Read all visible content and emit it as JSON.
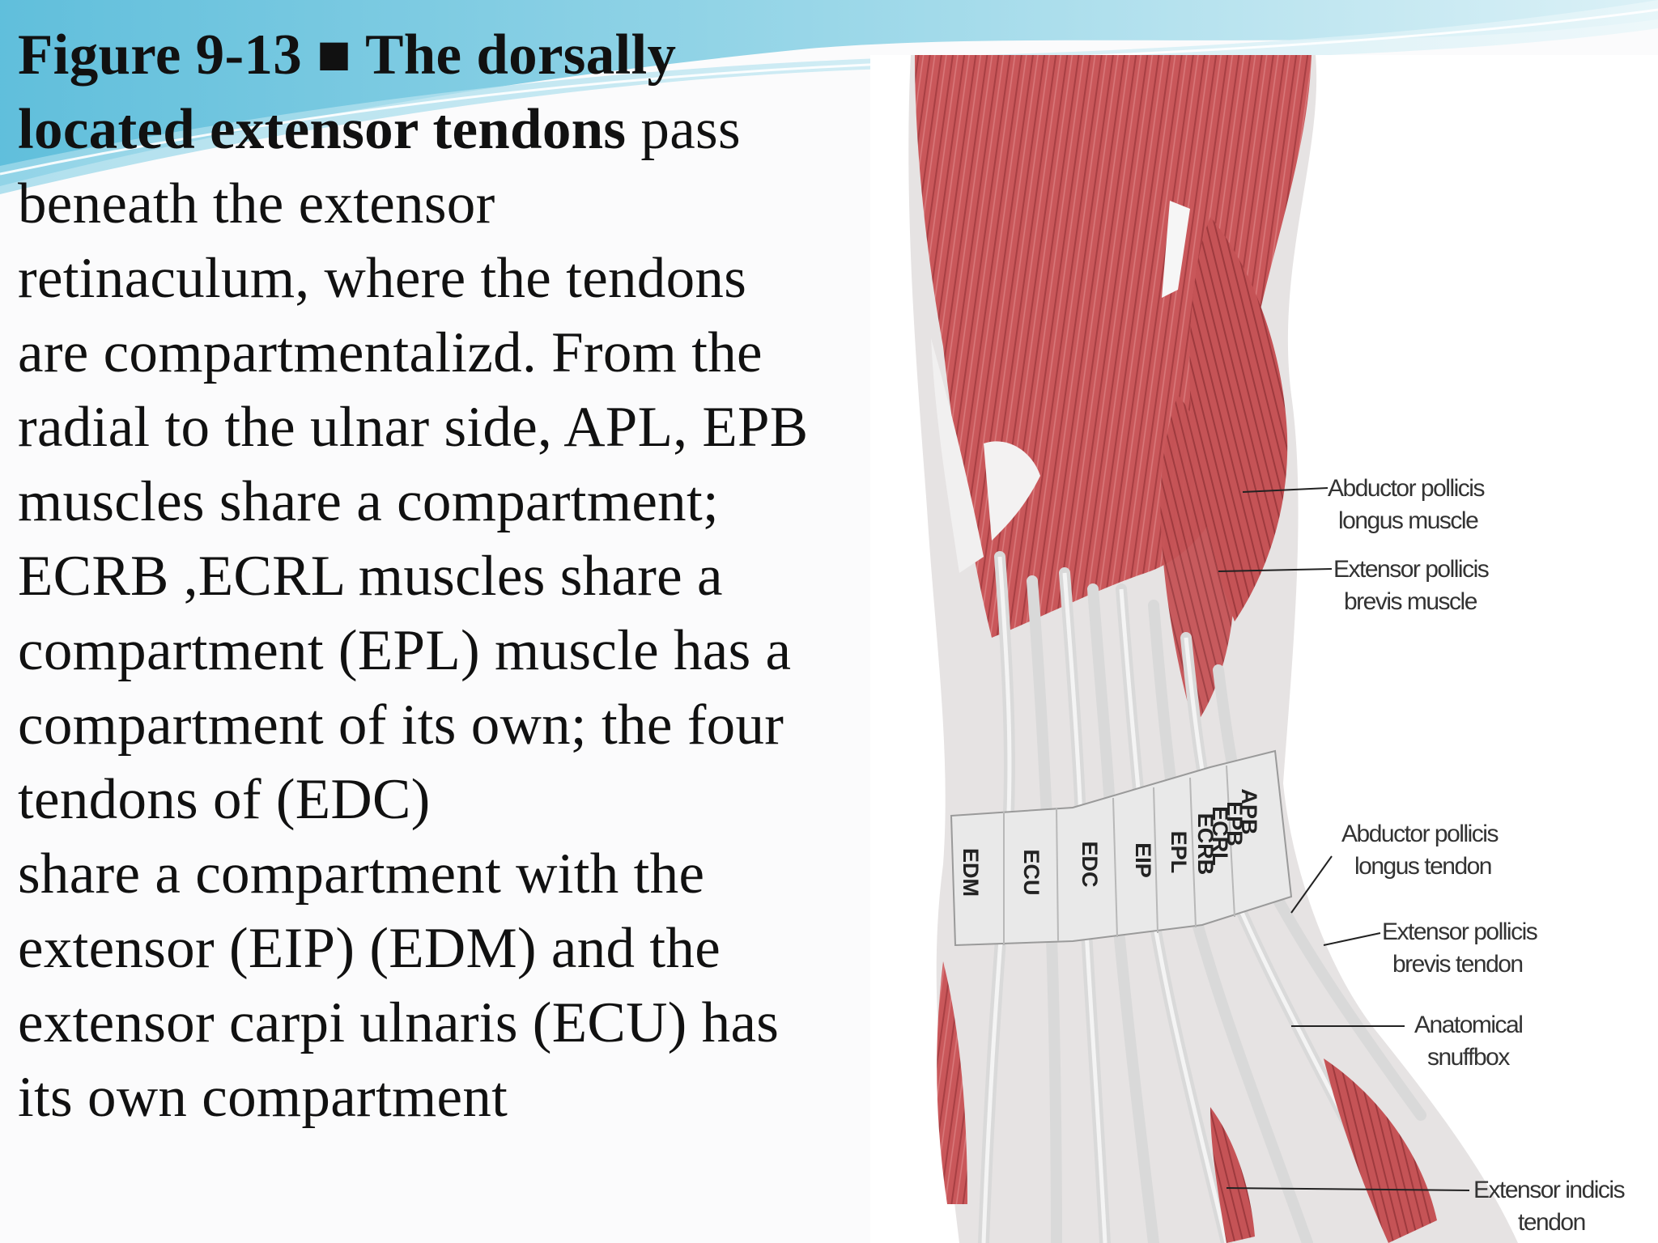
{
  "caption": {
    "figure_number": "Figure 9-13",
    "square_glyph": "■",
    "bold_title_line1": "The dorsally",
    "bold_title_line2": "located extensor tendons",
    "line2_rest": " pass",
    "lines": [
      "beneath the extensor",
      "retinaculum, where the tendons",
      "are compartmentalizd. From the",
      "radial to the ulnar side, APL, EPB",
      "muscles share a compartment;",
      "ECRB ,ECRL muscles share a",
      "compartment (EPL) muscle has a",
      "compartment of its own; the four",
      "tendons of (EDC)",
      "share a compartment with the",
      "extensor (EIP) (EDM) and the",
      "extensor carpi ulnaris (ECU)  has",
      "its own compartment"
    ]
  },
  "figure": {
    "labels": [
      {
        "line1": "Abductor pollicis",
        "line2": "longus muscle"
      },
      {
        "line1": "Extensor pollicis",
        "line2": "brevis muscle"
      },
      {
        "line1": "Abductor pollicis",
        "line2": "longus tendon"
      },
      {
        "line1": "Extensor pollicis",
        "line2": "brevis tendon"
      },
      {
        "line1": "Anatomical",
        "line2": "snuffbox"
      },
      {
        "line1": "Extensor indicis",
        "line2": "tendon"
      }
    ],
    "compartments": [
      "EDM",
      "ECU",
      "EDC",
      "EIP",
      "EPL",
      "ECRB",
      "ECRL",
      "EPB",
      "APB"
    ],
    "colors": {
      "muscle": "#c9575a",
      "tendon": "#e2e2e2",
      "accent": "#5cc0dc"
    }
  }
}
